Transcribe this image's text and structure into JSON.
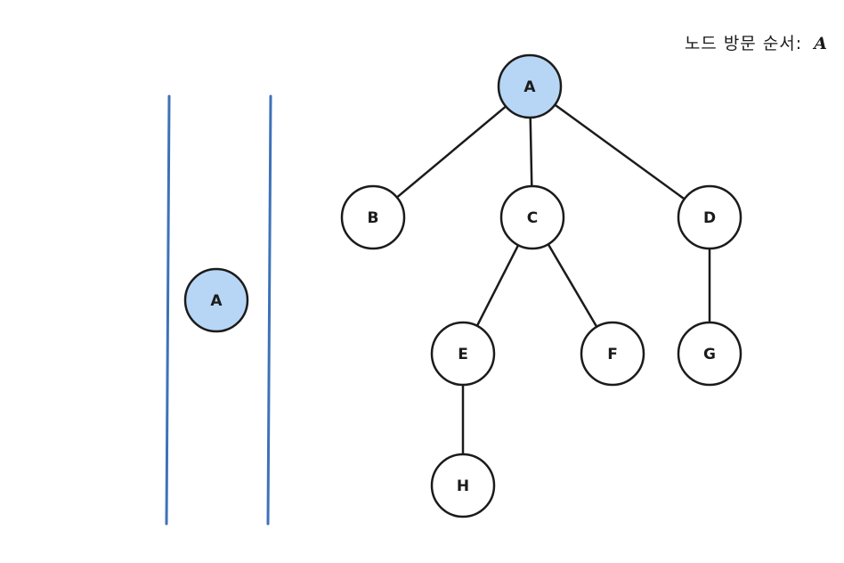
{
  "caption": {
    "label": "노드 방문 순서",
    "separator": ":",
    "order": "A"
  },
  "colors": {
    "visited_fill": "#b7d6f6",
    "node_stroke": "#1b1b1b",
    "stack_wall": "#3d72b8",
    "edge": "#1b1b1b"
  },
  "tree": {
    "nodes": [
      {
        "id": "A",
        "label": "A",
        "visited": true
      },
      {
        "id": "B",
        "label": "B",
        "visited": false
      },
      {
        "id": "C",
        "label": "C",
        "visited": false
      },
      {
        "id": "D",
        "label": "D",
        "visited": false
      },
      {
        "id": "E",
        "label": "E",
        "visited": false
      },
      {
        "id": "F",
        "label": "F",
        "visited": false
      },
      {
        "id": "G",
        "label": "G",
        "visited": false
      },
      {
        "id": "H",
        "label": "H",
        "visited": false
      }
    ],
    "edges": [
      {
        "from": "A",
        "to": "B"
      },
      {
        "from": "A",
        "to": "C"
      },
      {
        "from": "A",
        "to": "D"
      },
      {
        "from": "C",
        "to": "E"
      },
      {
        "from": "C",
        "to": "F"
      },
      {
        "from": "D",
        "to": "G"
      },
      {
        "from": "E",
        "to": "H"
      }
    ]
  },
  "stack": {
    "items": [
      "A"
    ]
  }
}
